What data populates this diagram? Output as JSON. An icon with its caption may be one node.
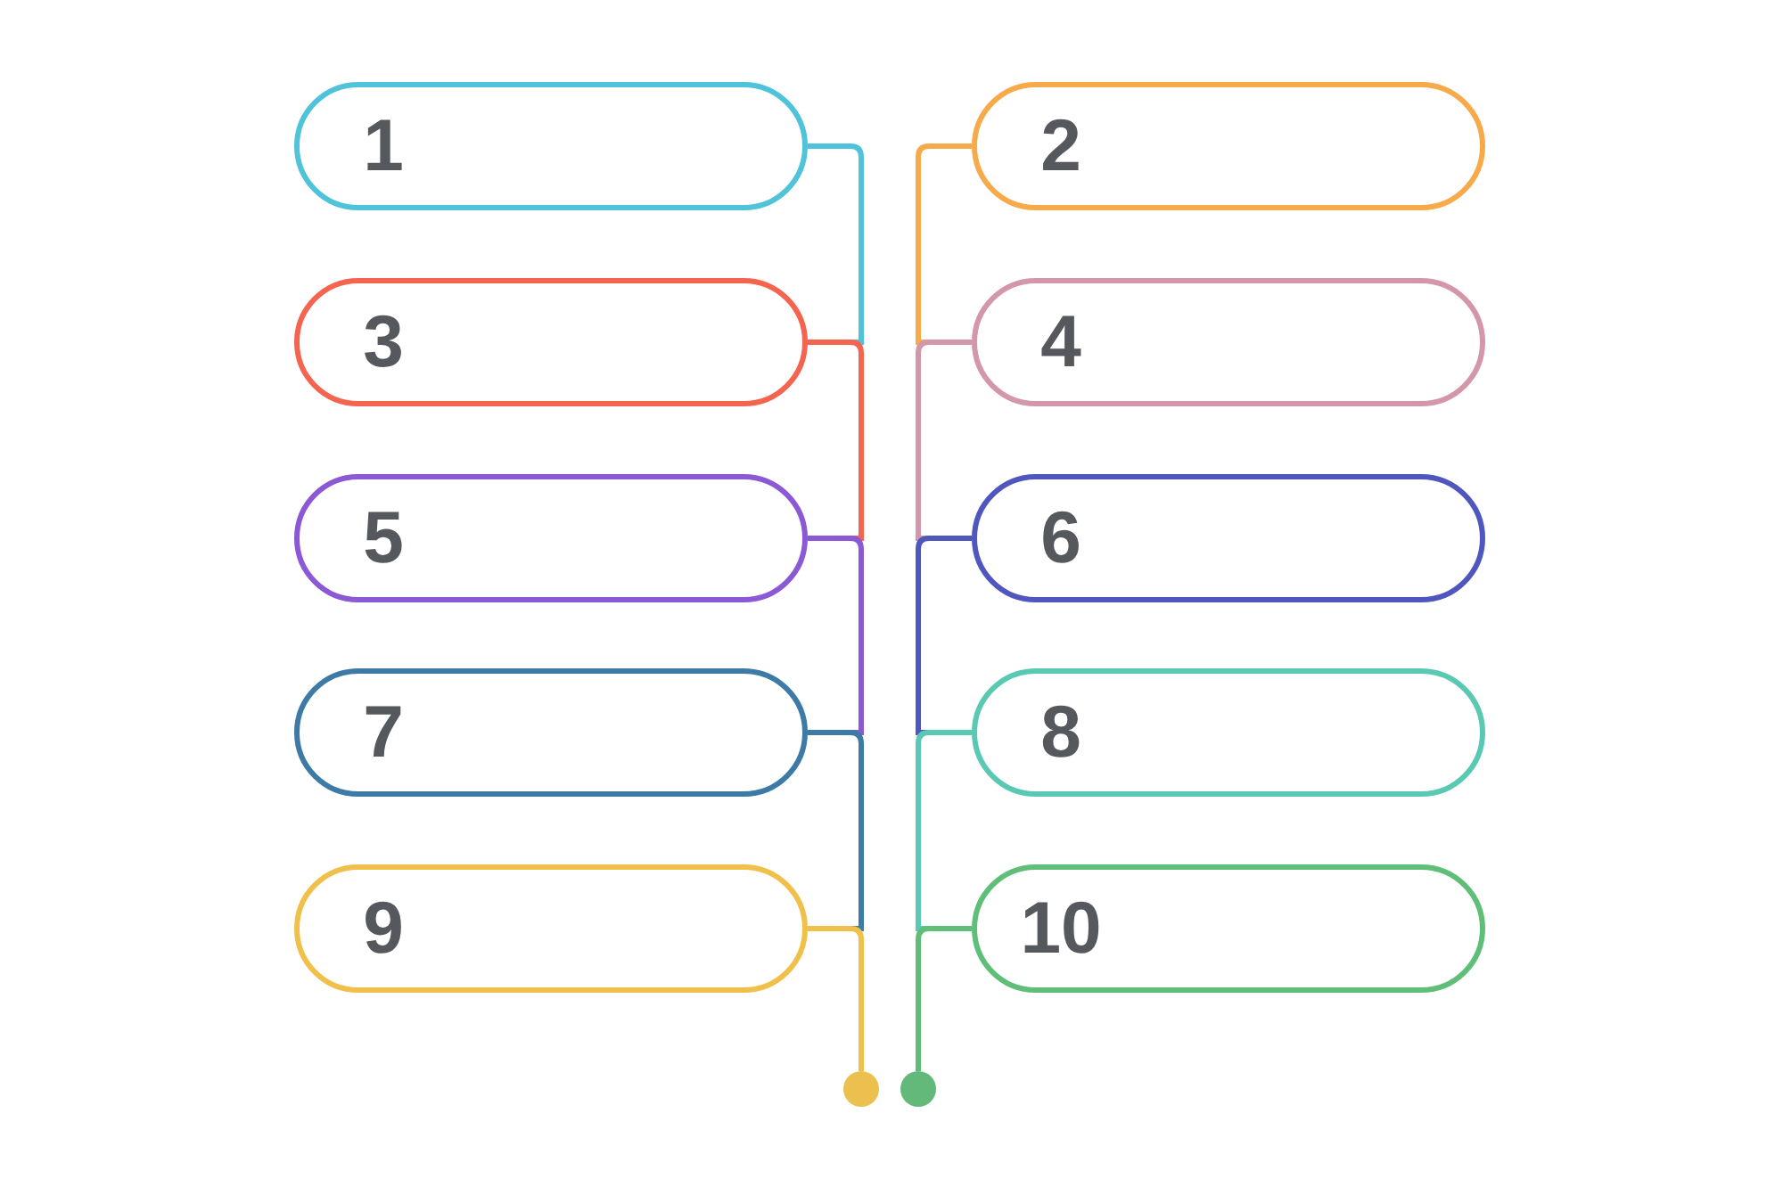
{
  "diagram": {
    "nodes": [
      {
        "text": [
          "1"
        ]
      },
      {
        "text": [
          "2"
        ]
      },
      {
        "text": [
          "3"
        ]
      },
      {
        "text": [
          "4"
        ]
      },
      {
        "text": [
          "5"
        ]
      },
      {
        "text": [
          "6"
        ]
      },
      {
        "text": [
          "7"
        ]
      },
      {
        "text": [
          "8"
        ]
      },
      {
        "text": [
          "9"
        ]
      },
      {
        "text": [
          "10"
        ]
      },
      {
        "text": [],
        "shape": "circle"
      },
      {
        "text": [],
        "shape": "circle"
      }
    ],
    "edges": [
      {
        "from": 0,
        "to": 2,
        "arrow": "none",
        "color": "#4ec3da"
      },
      {
        "from": 2,
        "to": 4,
        "arrow": "none",
        "color": "#f4644f"
      },
      {
        "from": 4,
        "to": 6,
        "arrow": "none",
        "color": "#8b58d6"
      },
      {
        "from": 6,
        "to": 8,
        "arrow": "none",
        "color": "#3d7aa6"
      },
      {
        "from": 8,
        "to": 10,
        "arrow": "none",
        "color": "#f1c04b"
      },
      {
        "from": 1,
        "to": 3,
        "arrow": "none",
        "color": "#f7aa4a"
      },
      {
        "from": 3,
        "to": 5,
        "arrow": "none",
        "color": "#d497aa"
      },
      {
        "from": 5,
        "to": 7,
        "arrow": "none",
        "color": "#4f57bf"
      },
      {
        "from": 7,
        "to": 9,
        "arrow": "none",
        "color": "#59c9b3"
      },
      {
        "from": 9,
        "to": 11,
        "arrow": "none",
        "color": "#5fbf79"
      }
    ]
  }
}
